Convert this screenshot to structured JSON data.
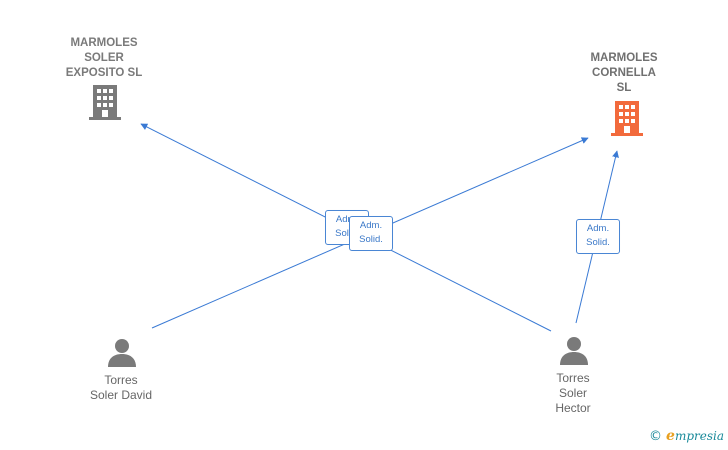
{
  "companies": [
    {
      "id": "c1",
      "name": "MARMOLES\nSOLER\nEXPOSITO SL",
      "icon": "building-icon",
      "color": "#7a7a7a"
    },
    {
      "id": "c2",
      "name": "MARMOLES\nCORNELLA\nSL",
      "icon": "building-icon",
      "color": "#f26a3c"
    }
  ],
  "persons": [
    {
      "id": "p1",
      "name": "Torres\nSoler David",
      "icon": "person-icon",
      "color": "#7a7a7a"
    },
    {
      "id": "p2",
      "name": "Torres\nSoler\nHector",
      "icon": "person-icon",
      "color": "#7a7a7a"
    }
  ],
  "relations": [
    {
      "from": "p2",
      "to": "c1",
      "label_line1": "Adm.",
      "label_line2": "Solid."
    },
    {
      "from": "p1",
      "to": "c2",
      "label_line1": "Adm.",
      "label_line2": "Solid."
    },
    {
      "from": "p2",
      "to": "c2",
      "label_line1": "Adm.",
      "label_line2": "Solid."
    }
  ],
  "edge_color": "#3a7ad4",
  "watermark": {
    "symbol": "©",
    "brand_initial": "e",
    "brand_rest": "mpresia"
  }
}
